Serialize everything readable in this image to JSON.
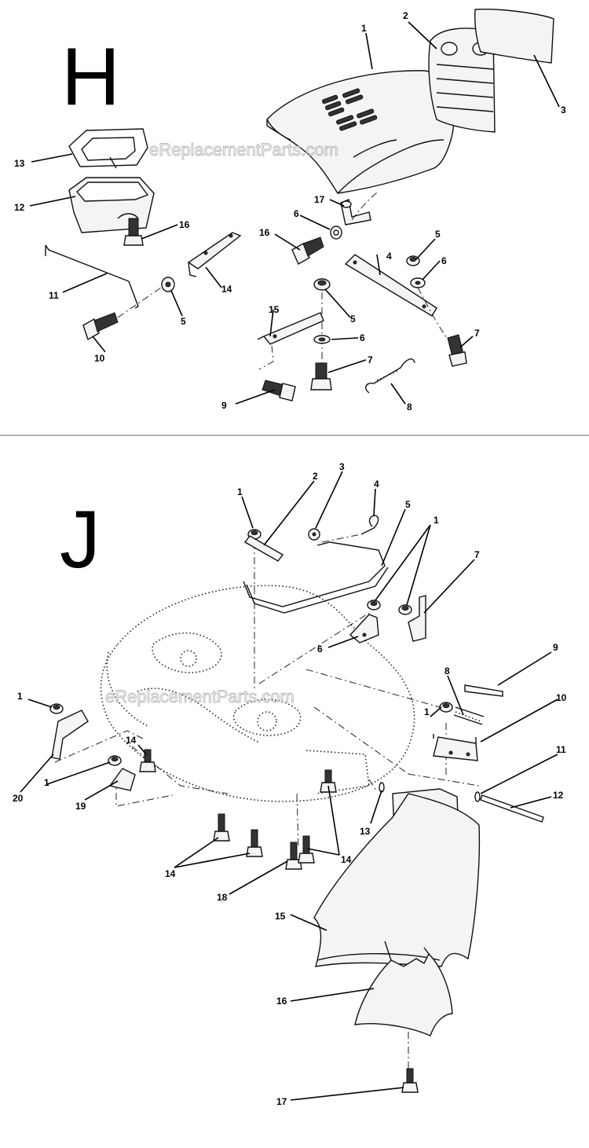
{
  "sections": [
    {
      "letter": "H",
      "watermark": "eReplacementParts.com",
      "labels": [
        {
          "id": "h1",
          "text": "1"
        },
        {
          "id": "h2",
          "text": "2"
        },
        {
          "id": "h3",
          "text": "3"
        },
        {
          "id": "h4",
          "text": "4"
        },
        {
          "id": "h5a",
          "text": "5"
        },
        {
          "id": "h5b",
          "text": "5"
        },
        {
          "id": "h5c",
          "text": "5"
        },
        {
          "id": "h6a",
          "text": "6"
        },
        {
          "id": "h6b",
          "text": "6"
        },
        {
          "id": "h6c",
          "text": "6"
        },
        {
          "id": "h7a",
          "text": "7"
        },
        {
          "id": "h7b",
          "text": "7"
        },
        {
          "id": "h8",
          "text": "8"
        },
        {
          "id": "h9",
          "text": "9"
        },
        {
          "id": "h10",
          "text": "10"
        },
        {
          "id": "h11",
          "text": "11"
        },
        {
          "id": "h12",
          "text": "12"
        },
        {
          "id": "h13",
          "text": "13"
        },
        {
          "id": "h14",
          "text": "14"
        },
        {
          "id": "h15",
          "text": "15"
        },
        {
          "id": "h16a",
          "text": "16"
        },
        {
          "id": "h16b",
          "text": "16"
        },
        {
          "id": "h17",
          "text": "17"
        }
      ]
    },
    {
      "letter": "J",
      "watermark": "eReplacementParts.com",
      "labels": [
        {
          "id": "j1a",
          "text": "1"
        },
        {
          "id": "j1b",
          "text": "1"
        },
        {
          "id": "j1c",
          "text": "1"
        },
        {
          "id": "j1d",
          "text": "1"
        },
        {
          "id": "j1e",
          "text": "1"
        },
        {
          "id": "j2",
          "text": "2"
        },
        {
          "id": "j3",
          "text": "3"
        },
        {
          "id": "j4",
          "text": "4"
        },
        {
          "id": "j5",
          "text": "5"
        },
        {
          "id": "j6",
          "text": "6"
        },
        {
          "id": "j7",
          "text": "7"
        },
        {
          "id": "j8",
          "text": "8"
        },
        {
          "id": "j9",
          "text": "9"
        },
        {
          "id": "j10",
          "text": "10"
        },
        {
          "id": "j11",
          "text": "11"
        },
        {
          "id": "j12",
          "text": "12"
        },
        {
          "id": "j13",
          "text": "13"
        },
        {
          "id": "j14a",
          "text": "14"
        },
        {
          "id": "j14b",
          "text": "14"
        },
        {
          "id": "j14c",
          "text": "14"
        },
        {
          "id": "j15",
          "text": "15"
        },
        {
          "id": "j16",
          "text": "16"
        },
        {
          "id": "j17",
          "text": "17"
        },
        {
          "id": "j18",
          "text": "18"
        },
        {
          "id": "j19",
          "text": "19"
        },
        {
          "id": "j20",
          "text": "20"
        }
      ]
    }
  ]
}
